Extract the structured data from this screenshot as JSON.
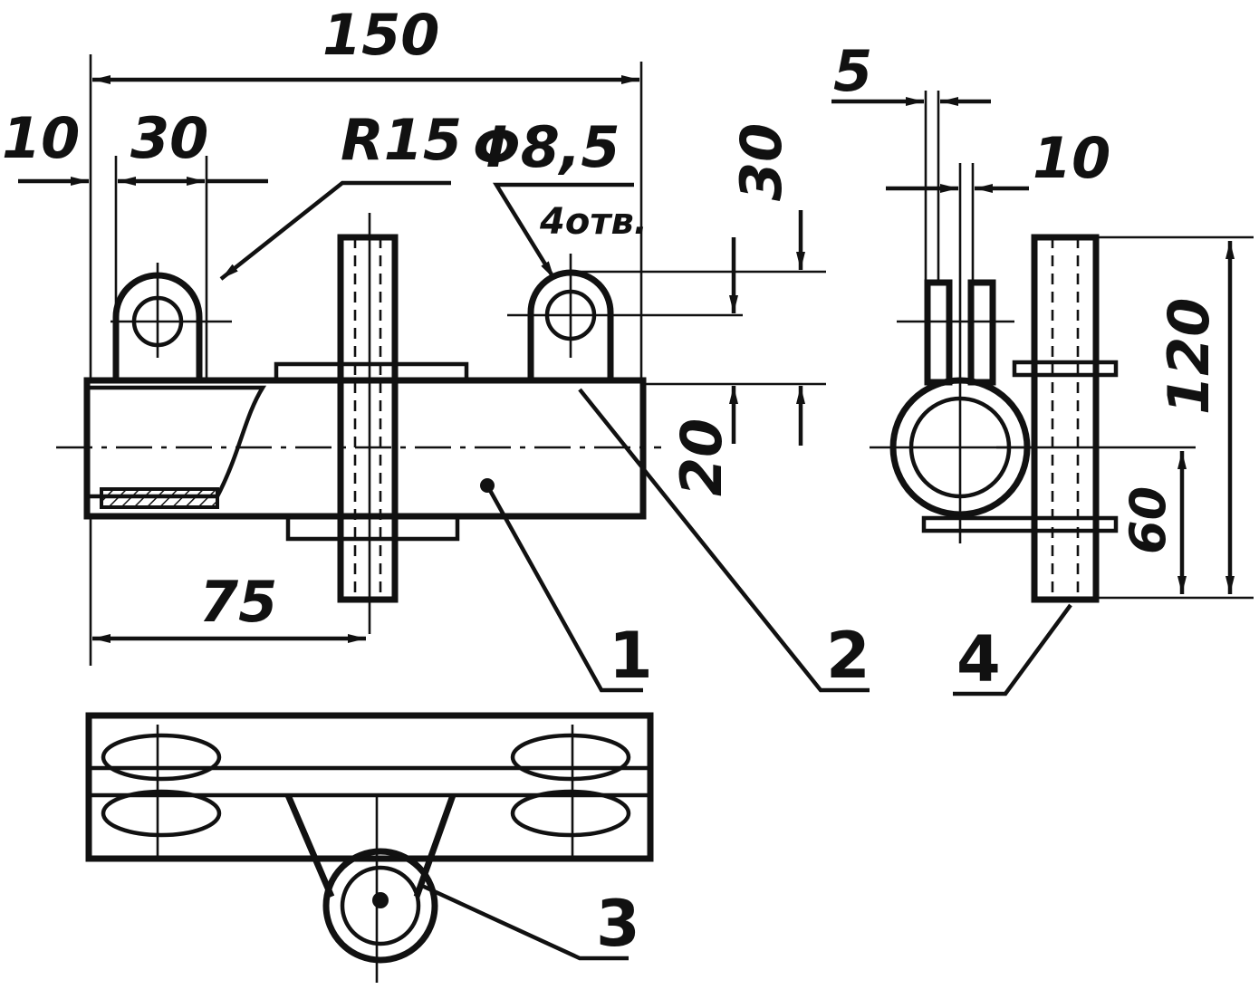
{
  "dimensions": {
    "d150": "150",
    "d10_left": "10",
    "d30_top": "30",
    "r15": "R15",
    "phi85": "Φ8,5",
    "holes": "4отв.",
    "d30_vert": "30",
    "d20": "20",
    "d75": "75",
    "d5": "5",
    "d10_side": "10",
    "d120": "120",
    "d60": "60"
  },
  "callouts": {
    "c1": "1",
    "c2": "2",
    "c3": "3",
    "c4": "4"
  }
}
